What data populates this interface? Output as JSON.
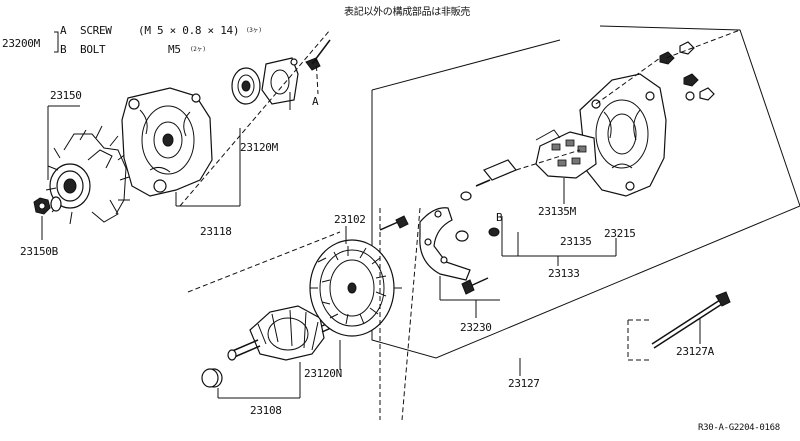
{
  "header_note": "表記以外の構成部品は非販売",
  "kit": {
    "part_no": "23200M",
    "row_a": {
      "letter": "A",
      "name": "SCREW",
      "spec": "(M 5 × 0.8 × 14)",
      "qty": "(3ヶ)"
    },
    "row_b": {
      "letter": "B",
      "name": "BOLT",
      "spec": "M5",
      "qty": "(2ヶ)"
    }
  },
  "callouts": {
    "p23150": "23150",
    "p23150B": "23150B",
    "p23120M": "23120M",
    "p23118": "23118",
    "p23102": "23102",
    "p23120N": "23120N",
    "p23108": "23108",
    "p23135M": "23135M",
    "p23135": "23135",
    "p23215": "23215",
    "p23133": "23133",
    "p23230": "23230",
    "p23127": "23127",
    "p23127A": "23127A"
  },
  "markers": {
    "a": "A",
    "b": "B"
  },
  "drawing_code": "R30-A-G2204-0168"
}
